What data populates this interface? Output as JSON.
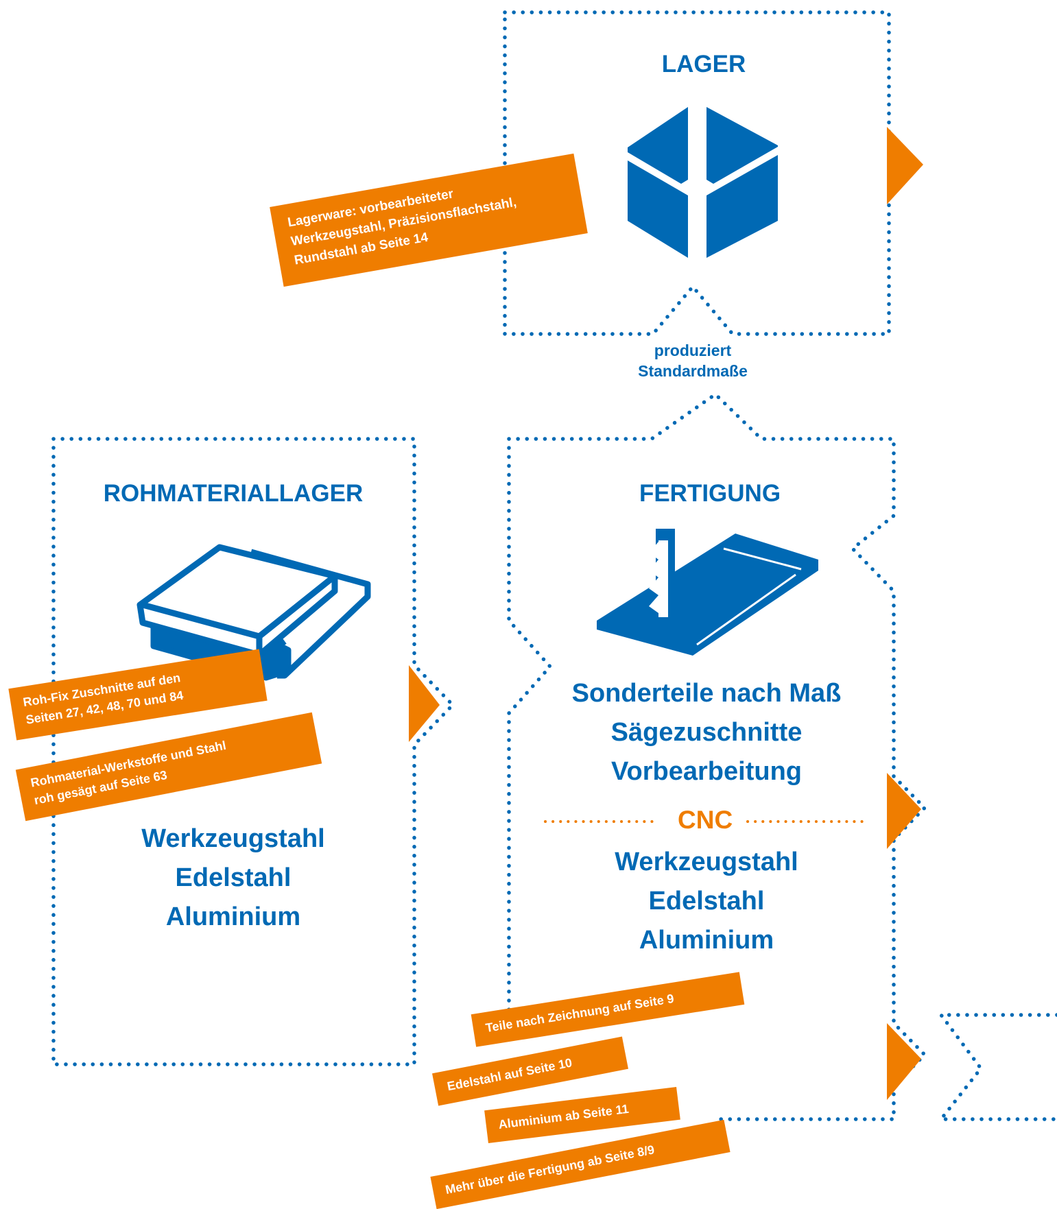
{
  "colors": {
    "blue": "#0069b4",
    "orange": "#ef7d00",
    "white": "#ffffff"
  },
  "boxes": {
    "lager": {
      "title": "LAGER",
      "icon": "box-icon"
    },
    "rohmateriallager": {
      "title": "ROHMATERIALLAGER",
      "icon": "plates-stack-icon",
      "materials": [
        "Werkzeugstahl",
        "Edelstahl",
        "Aluminium"
      ]
    },
    "fertigung": {
      "title": "FERTIGUNG",
      "icon": "saw-plate-icon",
      "services": [
        "Sonderteile nach Maß",
        "Sägezuschnitte",
        "Vorbearbeitung"
      ],
      "divider_label": "CNC",
      "materials": [
        "Werkzeugstahl",
        "Edelstahl",
        "Aluminium"
      ]
    }
  },
  "connector": {
    "label_lines": [
      "produziert",
      "Standardmaße"
    ]
  },
  "notes": {
    "lagerware": [
      "Lagerware: vorbearbeiteter",
      "Werkzeugstahl, Präzisionsflachstahl,",
      "Rundstahl ab Seite 14"
    ],
    "rohfix": [
      "Roh-Fix Zuschnitte auf den",
      "Seiten  27, 42, 48, 70 und 84"
    ],
    "rohmaterial": [
      "Rohmaterial-Werkstoffe und Stahl",
      "roh gesägt auf Seite 63"
    ],
    "teile": [
      "Teile nach Zeichnung auf Seite 9"
    ],
    "edelstahl": [
      "Edelstahl auf Seite 10"
    ],
    "aluminium": [
      "Aluminium ab Seite 11"
    ],
    "mehr": [
      "Mehr über die Fertigung ab Seite 8/9"
    ]
  }
}
